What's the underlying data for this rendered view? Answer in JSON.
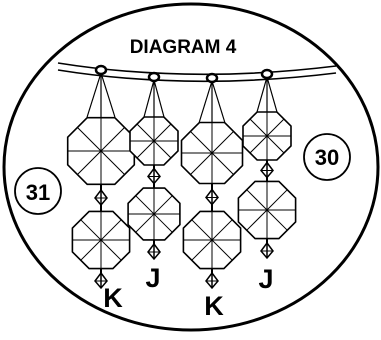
{
  "diagram": {
    "title": "DIAGRAM 4",
    "callouts": [
      {
        "label": "31"
      },
      {
        "label": "30"
      }
    ],
    "strand_labels": [
      "K",
      "J",
      "K",
      "J"
    ]
  }
}
